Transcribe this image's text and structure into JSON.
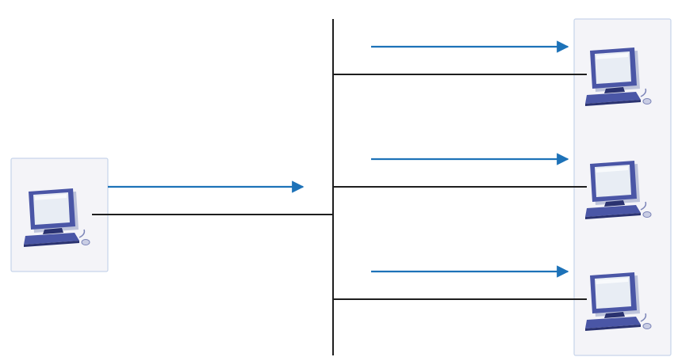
{
  "colors": {
    "background": "#ffffff",
    "panel_fill": "#f4f4f8",
    "panel_border": "#c6d4ea",
    "wire": "#1e1e1e",
    "arrow": "#1d72b8",
    "computer_body": "#4a56a6",
    "computer_dark": "#2a3270",
    "computer_screen": "#e8edf4"
  },
  "sender": {
    "icon": "desktop-computer-icon"
  },
  "receivers": [
    {
      "icon": "desktop-computer-icon"
    },
    {
      "icon": "desktop-computer-icon"
    },
    {
      "icon": "desktop-computer-icon"
    }
  ],
  "flows": [
    {
      "direction": "right",
      "icon": "arrow-right-icon"
    },
    {
      "direction": "right",
      "icon": "arrow-right-icon"
    },
    {
      "direction": "right",
      "icon": "arrow-right-icon"
    },
    {
      "direction": "right",
      "icon": "arrow-right-icon"
    }
  ]
}
